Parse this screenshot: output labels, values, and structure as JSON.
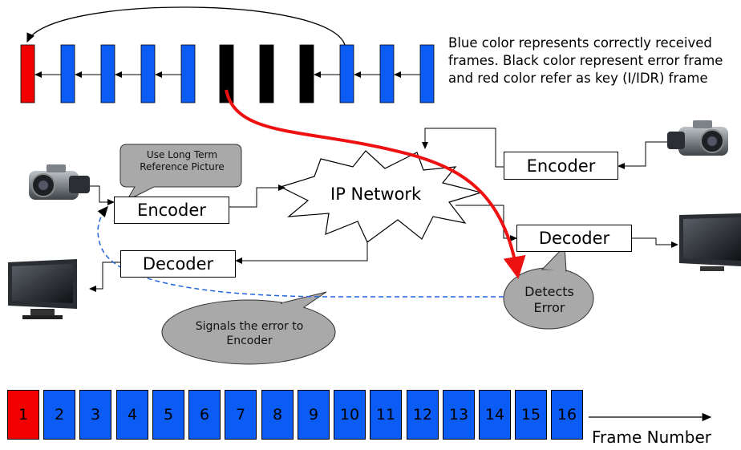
{
  "caption": "Blue color represents correctly received frames. Black color represent error frame and red color refer as key (I/IDR) frame",
  "boxes": {
    "left_encoder": "Encoder",
    "left_decoder": "Decoder",
    "right_encoder": "Encoder",
    "right_decoder": "Decoder"
  },
  "network_label": "IP Network",
  "bubbles": {
    "ltr": "Use Long Term Reference Picture",
    "detects": "Detects Error",
    "signals": "Signals the error to Encoder"
  },
  "frame_numbers": [
    "1",
    "2",
    "3",
    "4",
    "5",
    "6",
    "7",
    "8",
    "9",
    "10",
    "11",
    "12",
    "13",
    "14",
    "15",
    "16"
  ],
  "frame_axis_label": "Frame Number",
  "colors": {
    "correct_frame": "#0a5cf5",
    "error_frame": "#000000",
    "key_frame": "#f20000",
    "error_path": "#ee1111",
    "signal_path": "#2266dd",
    "bubble_fill": "#a9a9a9"
  },
  "icons": [
    "camera-icon",
    "monitor-icon"
  ]
}
